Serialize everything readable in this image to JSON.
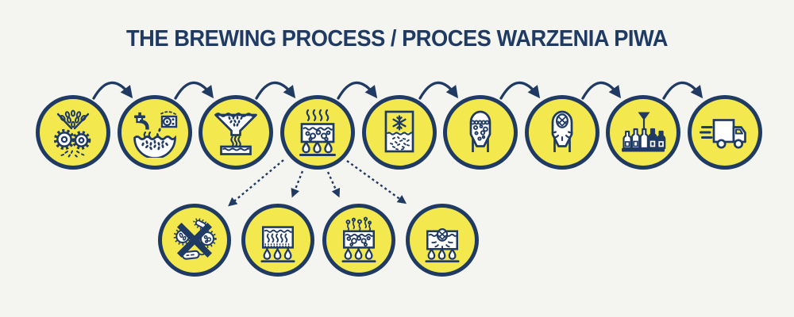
{
  "title": "THE BREWING PROCESS / PROCES WARZENIA PIWA",
  "colors": {
    "background": "#F4F4F1",
    "circle_fill": "#F3E94F",
    "line_navy": "#1F3A63",
    "icon_white": "#FFFFFF"
  },
  "main_flow": {
    "connector_style": "solid-curved-arrow",
    "steps": [
      {
        "icon": "grain-mill-gears-icon"
      },
      {
        "icon": "tap-roller-mill-mash-tun-icon"
      },
      {
        "icon": "funnel-filtering-icon"
      },
      {
        "icon": "boiling-kettle-flames-icon"
      },
      {
        "icon": "snowflake-cooler-icon"
      },
      {
        "icon": "fermenter-bubbles-icon"
      },
      {
        "icon": "fermenter-hop-cone-icon"
      },
      {
        "icon": "bottling-line-icon"
      },
      {
        "icon": "delivery-truck-icon"
      }
    ]
  },
  "boil_substeps_flow": {
    "connector_style": "dashed-arrow",
    "source_step_index": 3,
    "steps": [
      {
        "icon": "crossed-out-microbes-icon"
      },
      {
        "icon": "kettle-coagulation-sediment-flames-icon"
      },
      {
        "icon": "kettle-escaping-bubbles-flames-icon"
      },
      {
        "icon": "kettle-hop-cone-flames-icon"
      }
    ]
  }
}
